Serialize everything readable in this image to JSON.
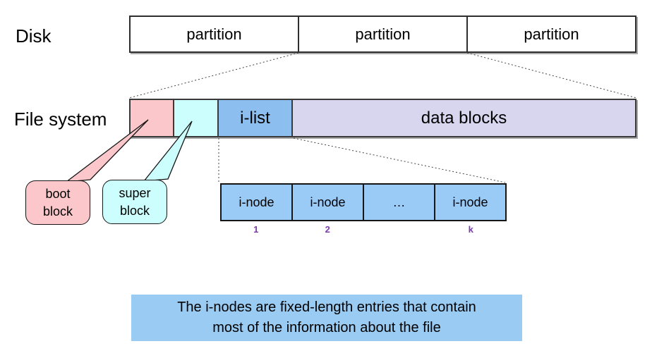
{
  "labels": {
    "disk": "Disk",
    "file_system": "File system"
  },
  "disk": {
    "partitions": [
      "partition",
      "partition",
      "partition"
    ]
  },
  "file_system": {
    "segments": [
      {
        "name": "boot block",
        "label": "",
        "color": "#FBC7CB"
      },
      {
        "name": "super block",
        "label": "",
        "color": "#CCFEFE"
      },
      {
        "name": "i-list",
        "label": "i-list",
        "color": "#8CBFEF"
      },
      {
        "name": "data blocks",
        "label": "data blocks",
        "color": "#D8D6EF"
      }
    ]
  },
  "inodes": {
    "cells": [
      "i-node",
      "i-node",
      "…",
      "i-node"
    ],
    "indices": [
      "1",
      "2",
      "",
      "k"
    ],
    "cell_color": "#9ACBF7",
    "index_color": "#7A3CA8"
  },
  "callouts": {
    "boot": {
      "line1": "boot",
      "line2": "block",
      "color": "#FBC7CB"
    },
    "super": {
      "line1": "super",
      "line2": "block",
      "color": "#CCFEFE"
    }
  },
  "note": {
    "line1": "The i-nodes are fixed-length entries that contain",
    "line2": "most of the information about the file",
    "color": "#9ACBF3"
  }
}
